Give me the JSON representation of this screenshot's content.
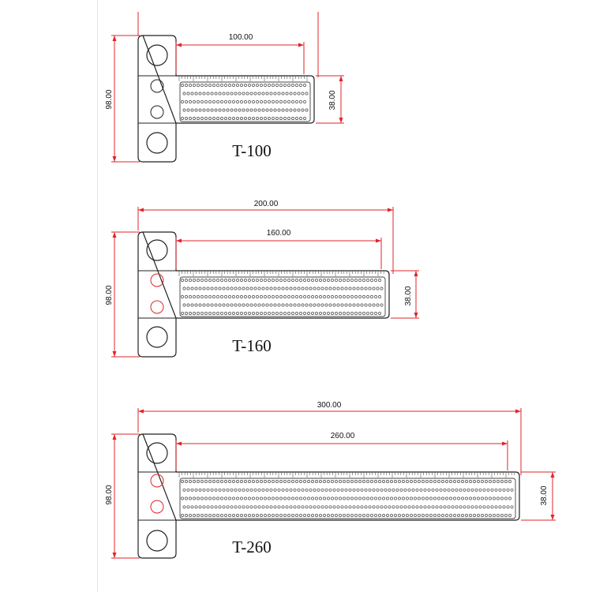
{
  "colors": {
    "outline": "#222222",
    "dimension": "#e0242a",
    "dim_text": "#111111",
    "hole_ring_red": "#e0242a"
  },
  "drawings": [
    {
      "model": "T-100",
      "dims": {
        "blade_length": "100.00",
        "overall_height": "98.00",
        "blade_width": "38.00"
      },
      "middle_holes_red": false
    },
    {
      "model": "T-160",
      "dims": {
        "overall_length": "200.00",
        "blade_length": "160.00",
        "overall_height": "98.00",
        "blade_width": "38.00"
      },
      "middle_holes_red": true
    },
    {
      "model": "T-260",
      "dims": {
        "overall_length": "300.00",
        "blade_length": "260.00",
        "overall_height": "98.00",
        "blade_width": "38.00"
      },
      "middle_holes_red": true
    }
  ]
}
